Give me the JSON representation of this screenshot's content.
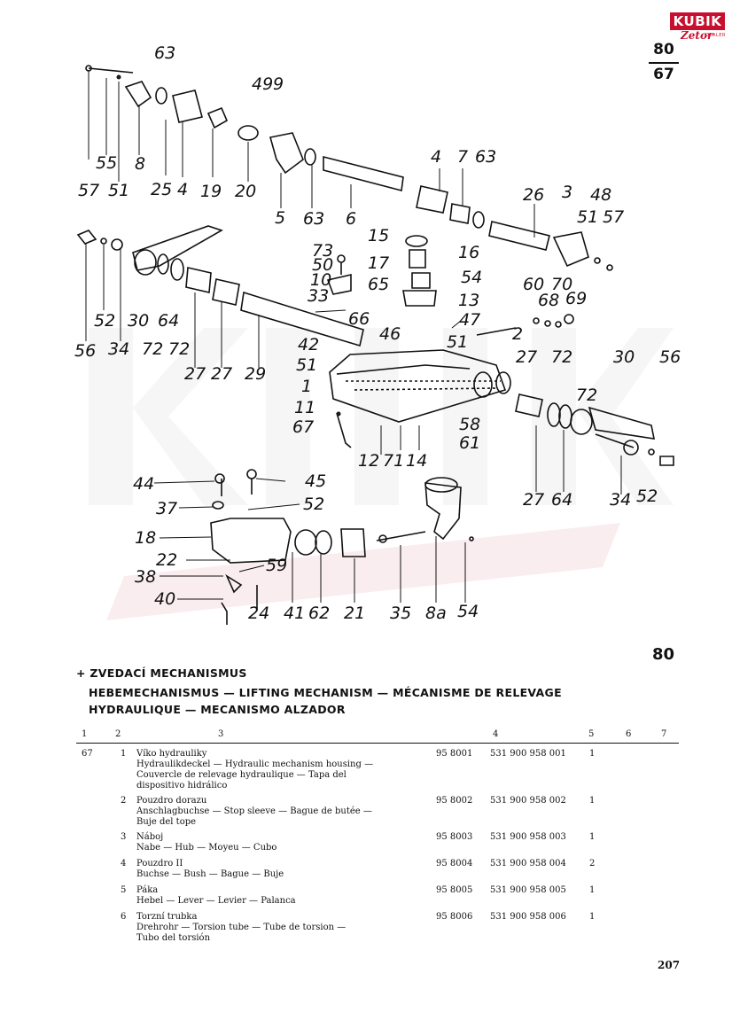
{
  "logo": {
    "brand": "KUBIK",
    "sub": "Zetor",
    "dealer": "DEALER"
  },
  "page_ref": {
    "top": "80",
    "bottom": "67"
  },
  "diagram": {
    "labels": [
      "63",
      "49",
      "9",
      "57",
      "55",
      "51",
      "8",
      "25",
      "4",
      "19",
      "20",
      "5",
      "63",
      "6",
      "4",
      "7",
      "63",
      "26",
      "3",
      "48",
      "51",
      "57",
      "73",
      "50",
      "10",
      "33",
      "15",
      "16",
      "17",
      "54",
      "65",
      "13",
      "66",
      "60",
      "68",
      "70",
      "69",
      "56",
      "52",
      "34",
      "30",
      "64",
      "72",
      "72",
      "27",
      "27",
      "29",
      "47",
      "51",
      "2",
      "46",
      "42",
      "51",
      "1",
      "11",
      "67",
      "58",
      "61",
      "12",
      "71",
      "14",
      "27",
      "72",
      "72",
      "30",
      "56",
      "27",
      "64",
      "34",
      "52",
      "44",
      "45",
      "37",
      "52",
      "18",
      "22",
      "59",
      "38",
      "40",
      "24",
      "41",
      "62",
      "21",
      "35",
      "8a",
      "54"
    ]
  },
  "section_number": "80",
  "title_line1": "+ ZVEDACÍ MECHANISMUS",
  "title_line2": "HEBEMECHANISMUS — LIFTING MECHANISM — MÉCANISME DE RELEVAGE HYDRAULIQUE — MECANISMO ALZADOR",
  "columns": [
    "1",
    "2",
    "3",
    "4",
    "5",
    "6",
    "7"
  ],
  "group": "67",
  "rows": [
    {
      "pos": "1",
      "lines": [
        "Víko hydrauliky",
        "Hydraulikdeckel — Hydraulic mechanism housing —",
        "Couvercle de relevage hydraulique — Tapa del",
        "dispositivo hidrálico"
      ],
      "ref": "95 8001",
      "part_no": "531 900 958 001",
      "qty": "1"
    },
    {
      "pos": "2",
      "lines": [
        "Pouzdro dorazu",
        "Anschlagbuchse — Stop sleeve — Bague de butée —",
        "Buje del tope"
      ],
      "ref": "95 8002",
      "part_no": "531 900 958 002",
      "qty": "1"
    },
    {
      "pos": "3",
      "lines": [
        "Náboj",
        "Nabe — Hub — Moyeu — Cubo"
      ],
      "ref": "95 8003",
      "part_no": "531 900 958 003",
      "qty": "1"
    },
    {
      "pos": "4",
      "lines": [
        "Pouzdro II",
        "Buchse — Bush — Bague — Buje"
      ],
      "ref": "95 8004",
      "part_no": "531 900 958 004",
      "qty": "2"
    },
    {
      "pos": "5",
      "lines": [
        "Páka",
        "Hebel — Lever — Levier — Palanca"
      ],
      "ref": "95 8005",
      "part_no": "531 900 958 005",
      "qty": "1"
    },
    {
      "pos": "6",
      "lines": [
        "Torzní trubka",
        "Drehrohr — Torsion tube — Tube de torsion —",
        "Tubo del torsión"
      ],
      "ref": "95 8006",
      "part_no": "531 900 958 006",
      "qty": "1"
    }
  ],
  "page_number": "207"
}
